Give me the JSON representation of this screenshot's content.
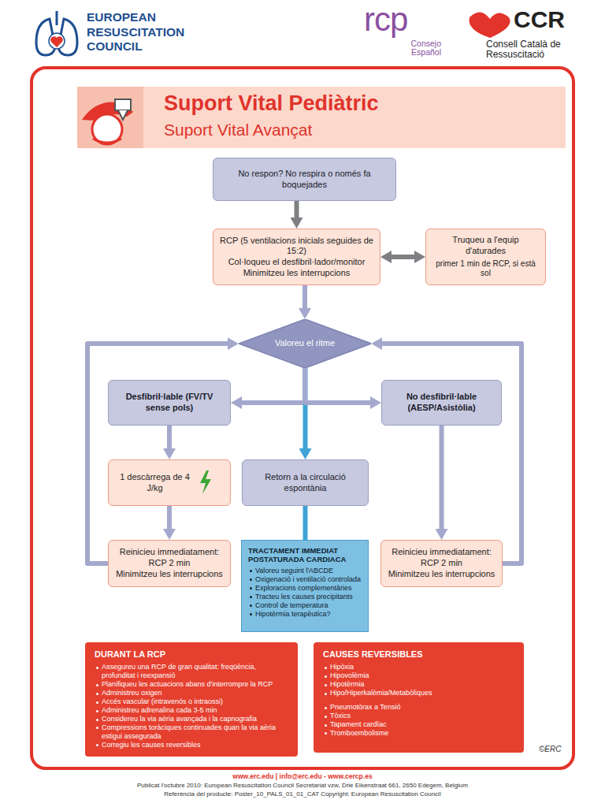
{
  "diagram": {
    "title": "Suport Vital Pediàtric",
    "nodes": [
      {
        "text": [
          "No respon? No respira o només fa boquejades"
        ]
      },
      {
        "text": [
          "RCP (5 ventilacions inicials seguides de 15:2)",
          "Col·loqueu el desfibril·lador/monitor",
          "Minimitzeu les interrupcions"
        ]
      },
      {
        "text": [
          "Truqueu a l'equip d'aturades",
          "primer 1 min de RCP, si està sol"
        ]
      },
      {
        "text": [
          "Valoreu el ritme"
        ]
      },
      {
        "text": [
          "Desfibril·lable (FV/TV sense pols)"
        ]
      },
      {
        "text": [
          "No desfibril·lable (AESP/Asistòlia)"
        ]
      },
      {
        "text": [
          "1 descàrrega de 4 J/kg"
        ]
      },
      {
        "text": [
          "Retorn a la circulació espontània"
        ]
      },
      {
        "text": [
          "Reinicieu immediatament:",
          "RCP 2 min",
          "Minimitzeu les interrupcions"
        ]
      },
      {
        "text": [
          "TRACTAMENT IMMEDIAT POSTATURADA CARDIACA",
          "Valoreu seguint l'ABCDE",
          "Oxigenació i ventilació controlada",
          "Exploracions complementàries",
          "Tracteu les causes precipitants",
          "Control de temperatura",
          "Hipotèrmia terapèutica?"
        ]
      },
      {
        "text": [
          "Reinicieu immediatament:",
          "RCP 2 min",
          "Minimitzeu les interrupcions"
        ]
      },
      {
        "text": [
          "DURANT LA RCP",
          "Assegureu una RCP de gran qualitat: freqüència, profunditat i reexpansió",
          "Planifiqueu les actuacions abans d'interrompre la RCP",
          "Administreu oxigen",
          "Accés vascular (intravenós o intraossi)",
          "Administreu adrenalina cada 3-5 min",
          "Considereu la via aèria avançada i la capnografia",
          "Compressions toràciques continuades quan la via aèria estigui assegurada",
          "Corregiu les causes reversibles"
        ]
      },
      {
        "text": [
          "CAUSES REVERSIBLES",
          "Hipòxia",
          "Hipovolèmia",
          "Hipotèrmia",
          "Hipo/Hiperkalèmia/Metabòliques",
          "Pneumotòrax a Tensió",
          "Tòxics",
          "Tapament cardíac",
          "Tromboembolisme"
        ]
      }
    ],
    "edges": [
      {
        "from": 0,
        "to": 1,
        "arrow": "to"
      },
      {
        "from": 1,
        "to": 2,
        "arrow": "both"
      },
      {
        "from": 1,
        "to": 3,
        "arrow": "to"
      },
      {
        "from": 3,
        "to": 4,
        "arrow": "to"
      },
      {
        "from": 3,
        "to": 7,
        "arrow": "to"
      },
      {
        "from": 3,
        "to": 5,
        "arrow": "to"
      },
      {
        "from": 4,
        "to": 6,
        "arrow": "to"
      },
      {
        "from": 6,
        "to": 8,
        "arrow": "to"
      },
      {
        "from": 8,
        "to": 3,
        "arrow": "to"
      },
      {
        "from": 7,
        "to": 9,
        "arrow": "none"
      },
      {
        "from": 5,
        "to": 10,
        "arrow": "to"
      },
      {
        "from": 10,
        "to": 3,
        "arrow": "to"
      }
    ],
    "labels": [
      "EUROPEAN RESUSCITATION COUNCIL",
      "rcp",
      "Consejo Español",
      "CCR",
      "Consell Català de Ressuscitació",
      "Suport Vital Avançat",
      "©ERC",
      "www.erc.edu | info@erc.edu - www.cercp.es",
      "Publicat l'octubre 2010: European Resuscitation Council Secretariat vzw, Drie Eikenstraat 661, 2650 Edegem, Belgium",
      "Referència del producte: Poster_10_PALS_01_01_CAT Copyright: European Resuscitation Council"
    ]
  }
}
